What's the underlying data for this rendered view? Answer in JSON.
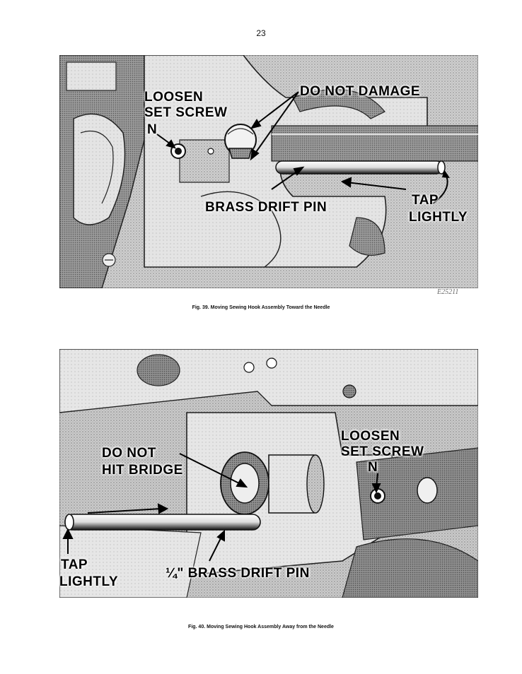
{
  "page": {
    "number": "23"
  },
  "figures": [
    {
      "caption": "Fig. 39. Moving Sewing Hook Assembly Toward the Needle",
      "code": "E25211",
      "labels": {
        "loosen_line1": "LOOSEN",
        "loosen_line2": "SET SCREW",
        "screw_letter": "N",
        "do_not_damage": "DO NOT DAMAGE",
        "brass_drift_pin": "BRASS DRIFT PIN",
        "tap": "TAP",
        "lightly": "LIGHTLY"
      }
    },
    {
      "caption": "Fig. 40. Moving Sewing Hook Assembly Away from the Needle",
      "labels": {
        "do_not_line1": "DO NOT",
        "do_not_line2": "HIT BRIDGE",
        "loosen_line1": "LOOSEN",
        "loosen_line2": "SET SCREW",
        "screw_letter": "N",
        "tap": "TAP",
        "lightly": "LIGHTLY",
        "brass_drift_pin": "¼\" BRASS DRIFT PIN"
      }
    }
  ]
}
